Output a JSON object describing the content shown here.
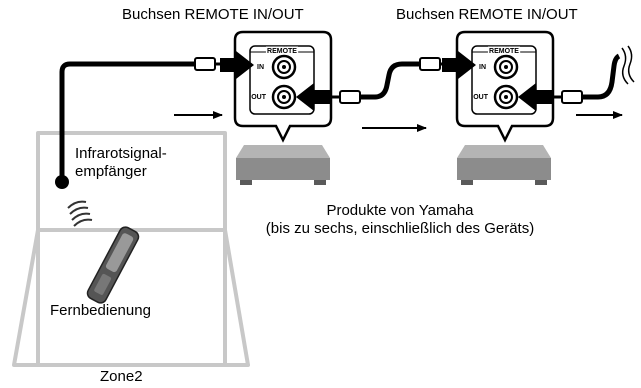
{
  "labels": {
    "jack_left": "Buchsen REMOTE IN/OUT",
    "jack_right": "Buchsen REMOTE IN/OUT",
    "ir_receiver_line1": "Infrarotsignal-",
    "ir_receiver_line2": "empfänger",
    "products_line1": "Produkte von Yamaha",
    "products_line2": "(bis zu sechs, einschließlich des Geräts)",
    "remote": "Fernbedienung",
    "zone": "Zone2"
  },
  "panel_left": {
    "title": "REMOTE",
    "in": "IN",
    "out": "OUT"
  },
  "panel_right": {
    "title": "REMOTE",
    "in": "IN",
    "out": "OUT"
  },
  "colors": {
    "line": "#000000",
    "room_stroke": "#c8c8c8",
    "device_body": "#8c8c8c",
    "device_top": "#b4b4b4",
    "device_feet": "#5a5a5a"
  }
}
